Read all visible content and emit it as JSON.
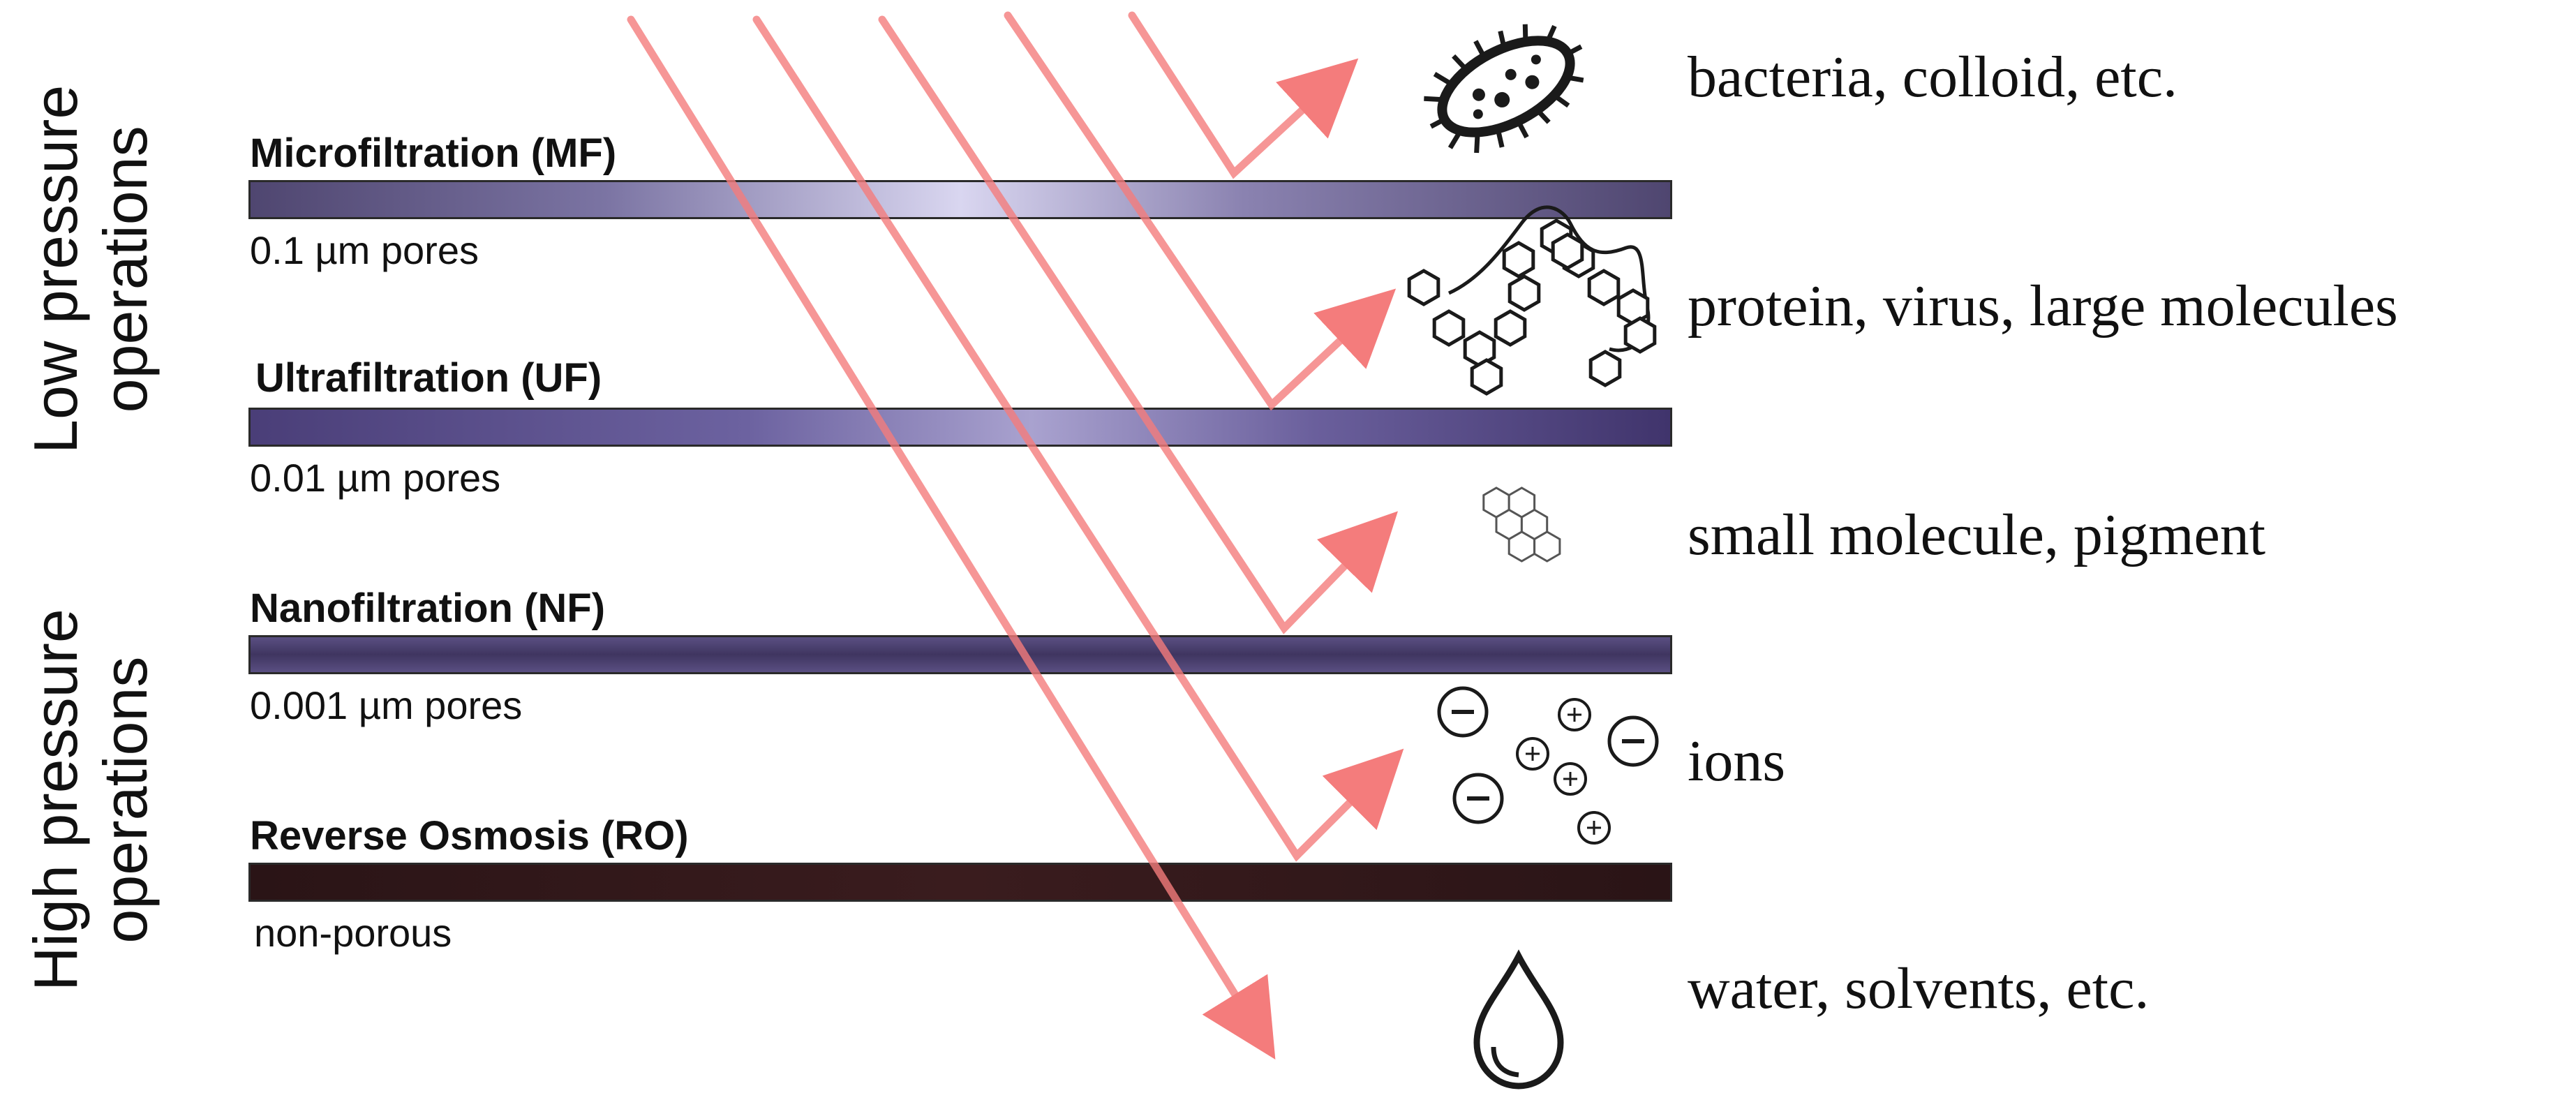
{
  "side_labels": {
    "low": [
      "Low pressure",
      "operations"
    ],
    "high": [
      "High pressure",
      "operations"
    ]
  },
  "membranes": [
    {
      "name": "Microfiltration (MF)",
      "pores": "0.1 µm pores"
    },
    {
      "name": "Ultrafiltration (UF)",
      "pores": "0.01 µm pores"
    },
    {
      "name": "Nanofiltration (NF)",
      "pores": "0.001 µm pores"
    },
    {
      "name": "Reverse Osmosis (RO)",
      "pores": "non-porous"
    }
  ],
  "particles": [
    {
      "label": "bacteria, colloid, etc.",
      "icon": "bacteria-icon"
    },
    {
      "label": "protein, virus, large molecules",
      "icon": "protein-chain-icon"
    },
    {
      "label": "small molecule, pigment",
      "icon": "small-molecule-icon"
    },
    {
      "label": "ions",
      "icon": "ions-icon"
    },
    {
      "label": "water, solvents, etc.",
      "icon": "water-drop-icon"
    }
  ],
  "colors": {
    "arrow": "#f47c7c",
    "membrane_mf": "#7b74a3",
    "membrane_uf": "#4a3e78",
    "membrane_nf": "#4f4574",
    "membrane_ro": "#2e1719"
  }
}
